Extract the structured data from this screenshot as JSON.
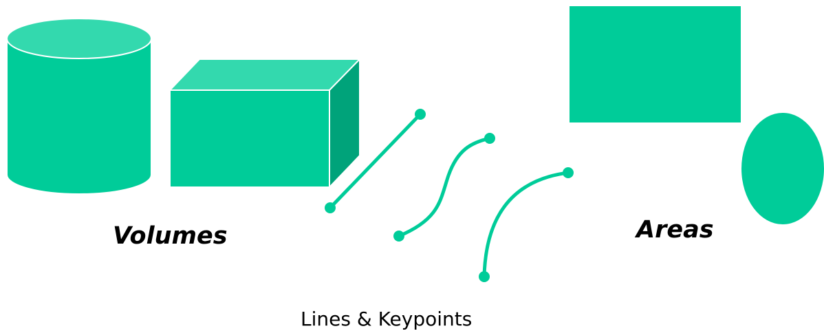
{
  "labels": {
    "volumes": "Volumes",
    "areas": "Areas",
    "lines_keypoints": "Lines & Keypoints"
  },
  "shapes": [
    {
      "name": "cylinder",
      "group": "volumes"
    },
    {
      "name": "box",
      "group": "volumes"
    },
    {
      "name": "straight-line-with-keypoints",
      "group": "lines"
    },
    {
      "name": "s-curve-with-keypoints",
      "group": "lines"
    },
    {
      "name": "arc-curve-with-keypoints",
      "group": "lines"
    },
    {
      "name": "rectangle",
      "group": "areas"
    },
    {
      "name": "ellipse",
      "group": "areas"
    }
  ],
  "colors": {
    "fill": "#00cc99",
    "fill_light": "#33d9ae",
    "fill_dark": "#00a37a",
    "outline": "#ffffff",
    "text": "#000000"
  }
}
